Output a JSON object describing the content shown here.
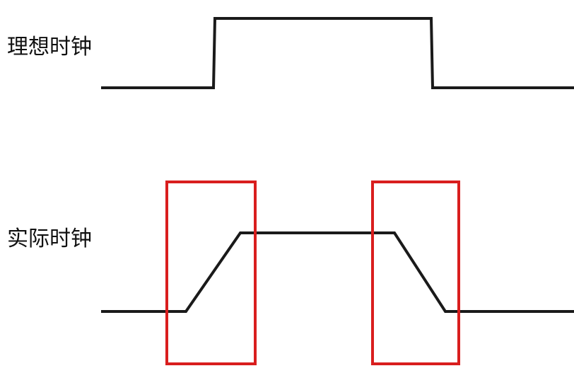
{
  "labels": {
    "ideal_clock": "理想时钟",
    "actual_clock": "实际时钟"
  },
  "colors": {
    "waveform": "#1a1a1a",
    "highlight_box": "#d91e1e",
    "background": "#ffffff"
  },
  "diagram": {
    "ideal_clock_levels": [
      "low",
      "high",
      "low"
    ],
    "actual_clock_levels": [
      "low",
      "rising-edge",
      "high",
      "falling-edge",
      "low"
    ],
    "highlighted_regions": [
      "rising-edge",
      "falling-edge"
    ]
  }
}
